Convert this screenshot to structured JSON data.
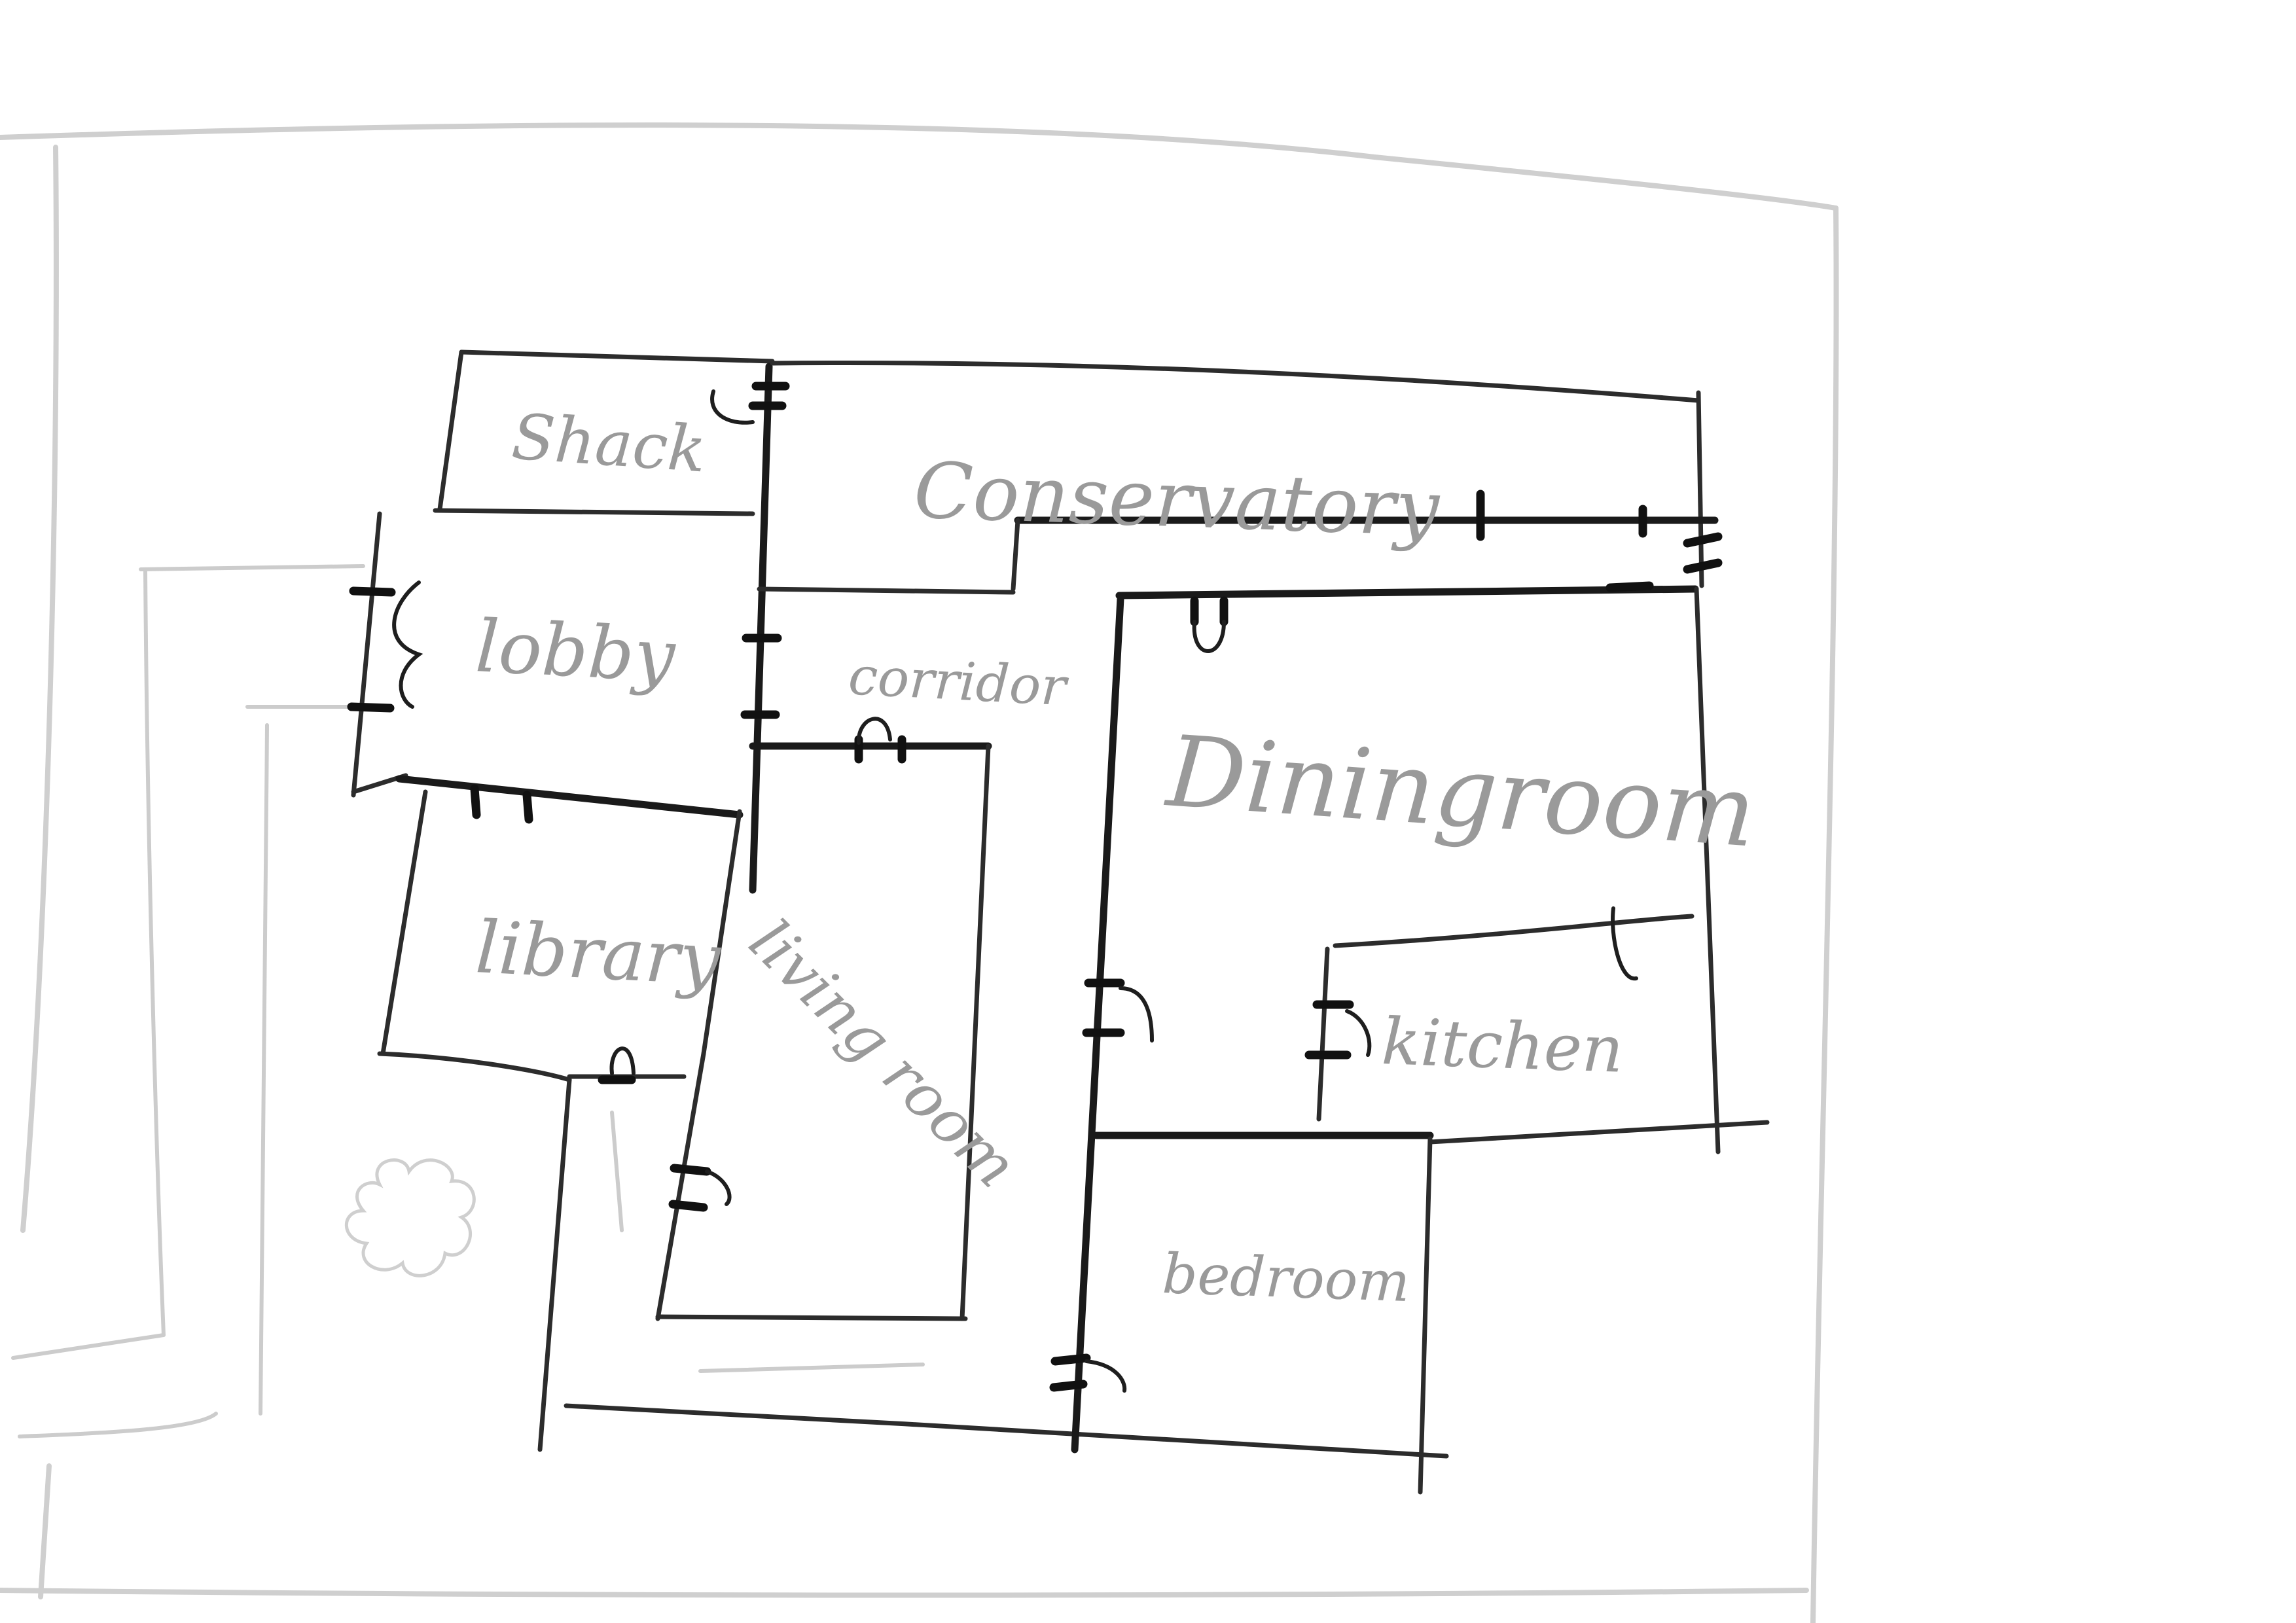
{
  "floorplan": {
    "rooms": {
      "shack": "Shack",
      "conservatory": "Conservatory",
      "lobby": "lobby",
      "corridor": "corridor",
      "dining_room": "Diningroom",
      "library": "library",
      "living_room": "living room",
      "kitchen": "kitchen",
      "bedroom": "bedroom"
    },
    "colors": {
      "walls": "#2c2c2c",
      "labels": "#9a9a9a",
      "site_boundary": "#cfcfcf",
      "background": "#ffffff"
    },
    "icons": {
      "tree": "tree-icon",
      "door": "door-icon"
    }
  }
}
